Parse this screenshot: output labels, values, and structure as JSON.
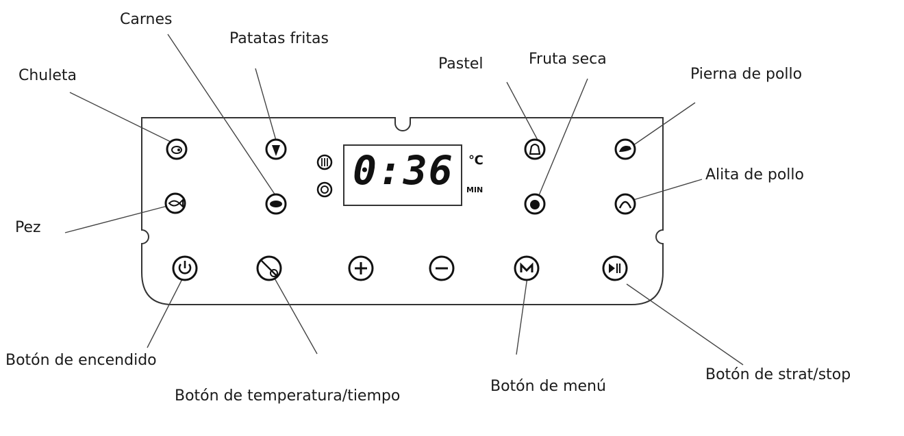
{
  "labels": {
    "chuleta": "Chuleta",
    "carnes": "Carnes",
    "patatas_fritas": "Patatas fritas",
    "pastel": "Pastel",
    "fruta_seca": "Fruta seca",
    "pierna_de_pollo": "Pierna de pollo",
    "alita_de_pollo": "Alita de pollo",
    "pez": "Pez",
    "boton_encendido": "Botón de encendido",
    "boton_temp_tiempo": "Botón de temperatura/tiempo",
    "boton_menu": "Botón de menú",
    "boton_start_stop": "Botón de strat/stop"
  },
  "display": {
    "time": "0:36",
    "unit_temp": "℃",
    "unit_time": "MIN"
  },
  "icons": {
    "chuleta": "pork-chop-icon",
    "pez": "fish-icon",
    "patatas_fritas": "fries-icon",
    "carnes": "steak-icon",
    "pastel": "cake-icon",
    "fruta_seca": "dried-fruit-icon",
    "pierna_de_pollo": "chicken-leg-icon",
    "alita_de_pollo": "chicken-wing-icon",
    "heat": "heat-icon",
    "fan": "fan-icon",
    "power": "power-icon",
    "temp_time": "temp-time-icon",
    "plus": "plus-icon",
    "minus": "minus-icon",
    "menu": "menu-m-icon",
    "start_stop": "play-pause-icon"
  }
}
